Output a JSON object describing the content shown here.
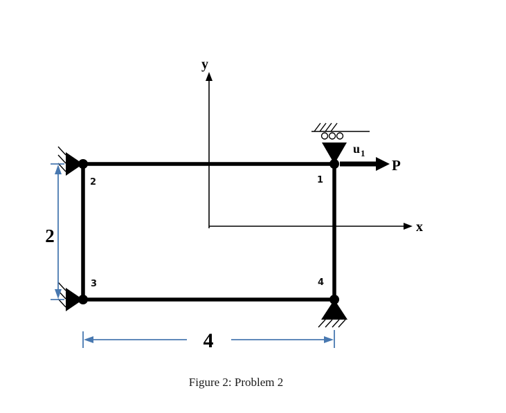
{
  "figure": {
    "caption": "Figure 2: Problem 2",
    "axes": {
      "y_label": "y",
      "x_label": "x"
    },
    "nodes": {
      "n1": "1",
      "n2": "2",
      "n3": "3",
      "n4": "4"
    },
    "dimensions": {
      "height_label": "2",
      "width_label": "4"
    },
    "loads": {
      "force_label": "P",
      "disp_base": "u",
      "disp_sub": "1"
    },
    "colors": {
      "ink": "#000000",
      "dimension_blue": "#4878b0"
    }
  }
}
